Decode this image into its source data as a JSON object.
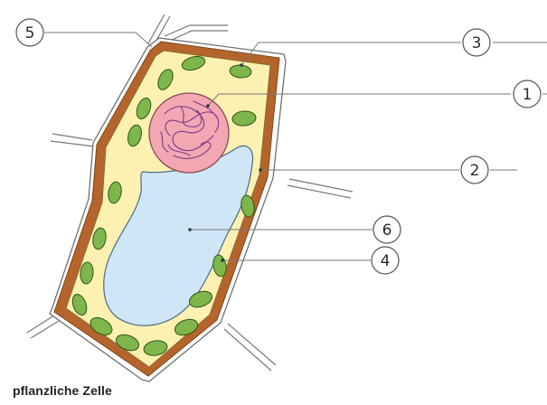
{
  "caption": "pflanzliche Zelle",
  "labels": [
    "5",
    "3",
    "1",
    "2",
    "6",
    "4"
  ],
  "colors": {
    "cell_wall": "#b5652b",
    "cytoplasm": "#fdf1b2",
    "vacuole": "#cfe6f7",
    "nucleus": "#f2a7b2",
    "chloroplast": "#7fb64c"
  }
}
